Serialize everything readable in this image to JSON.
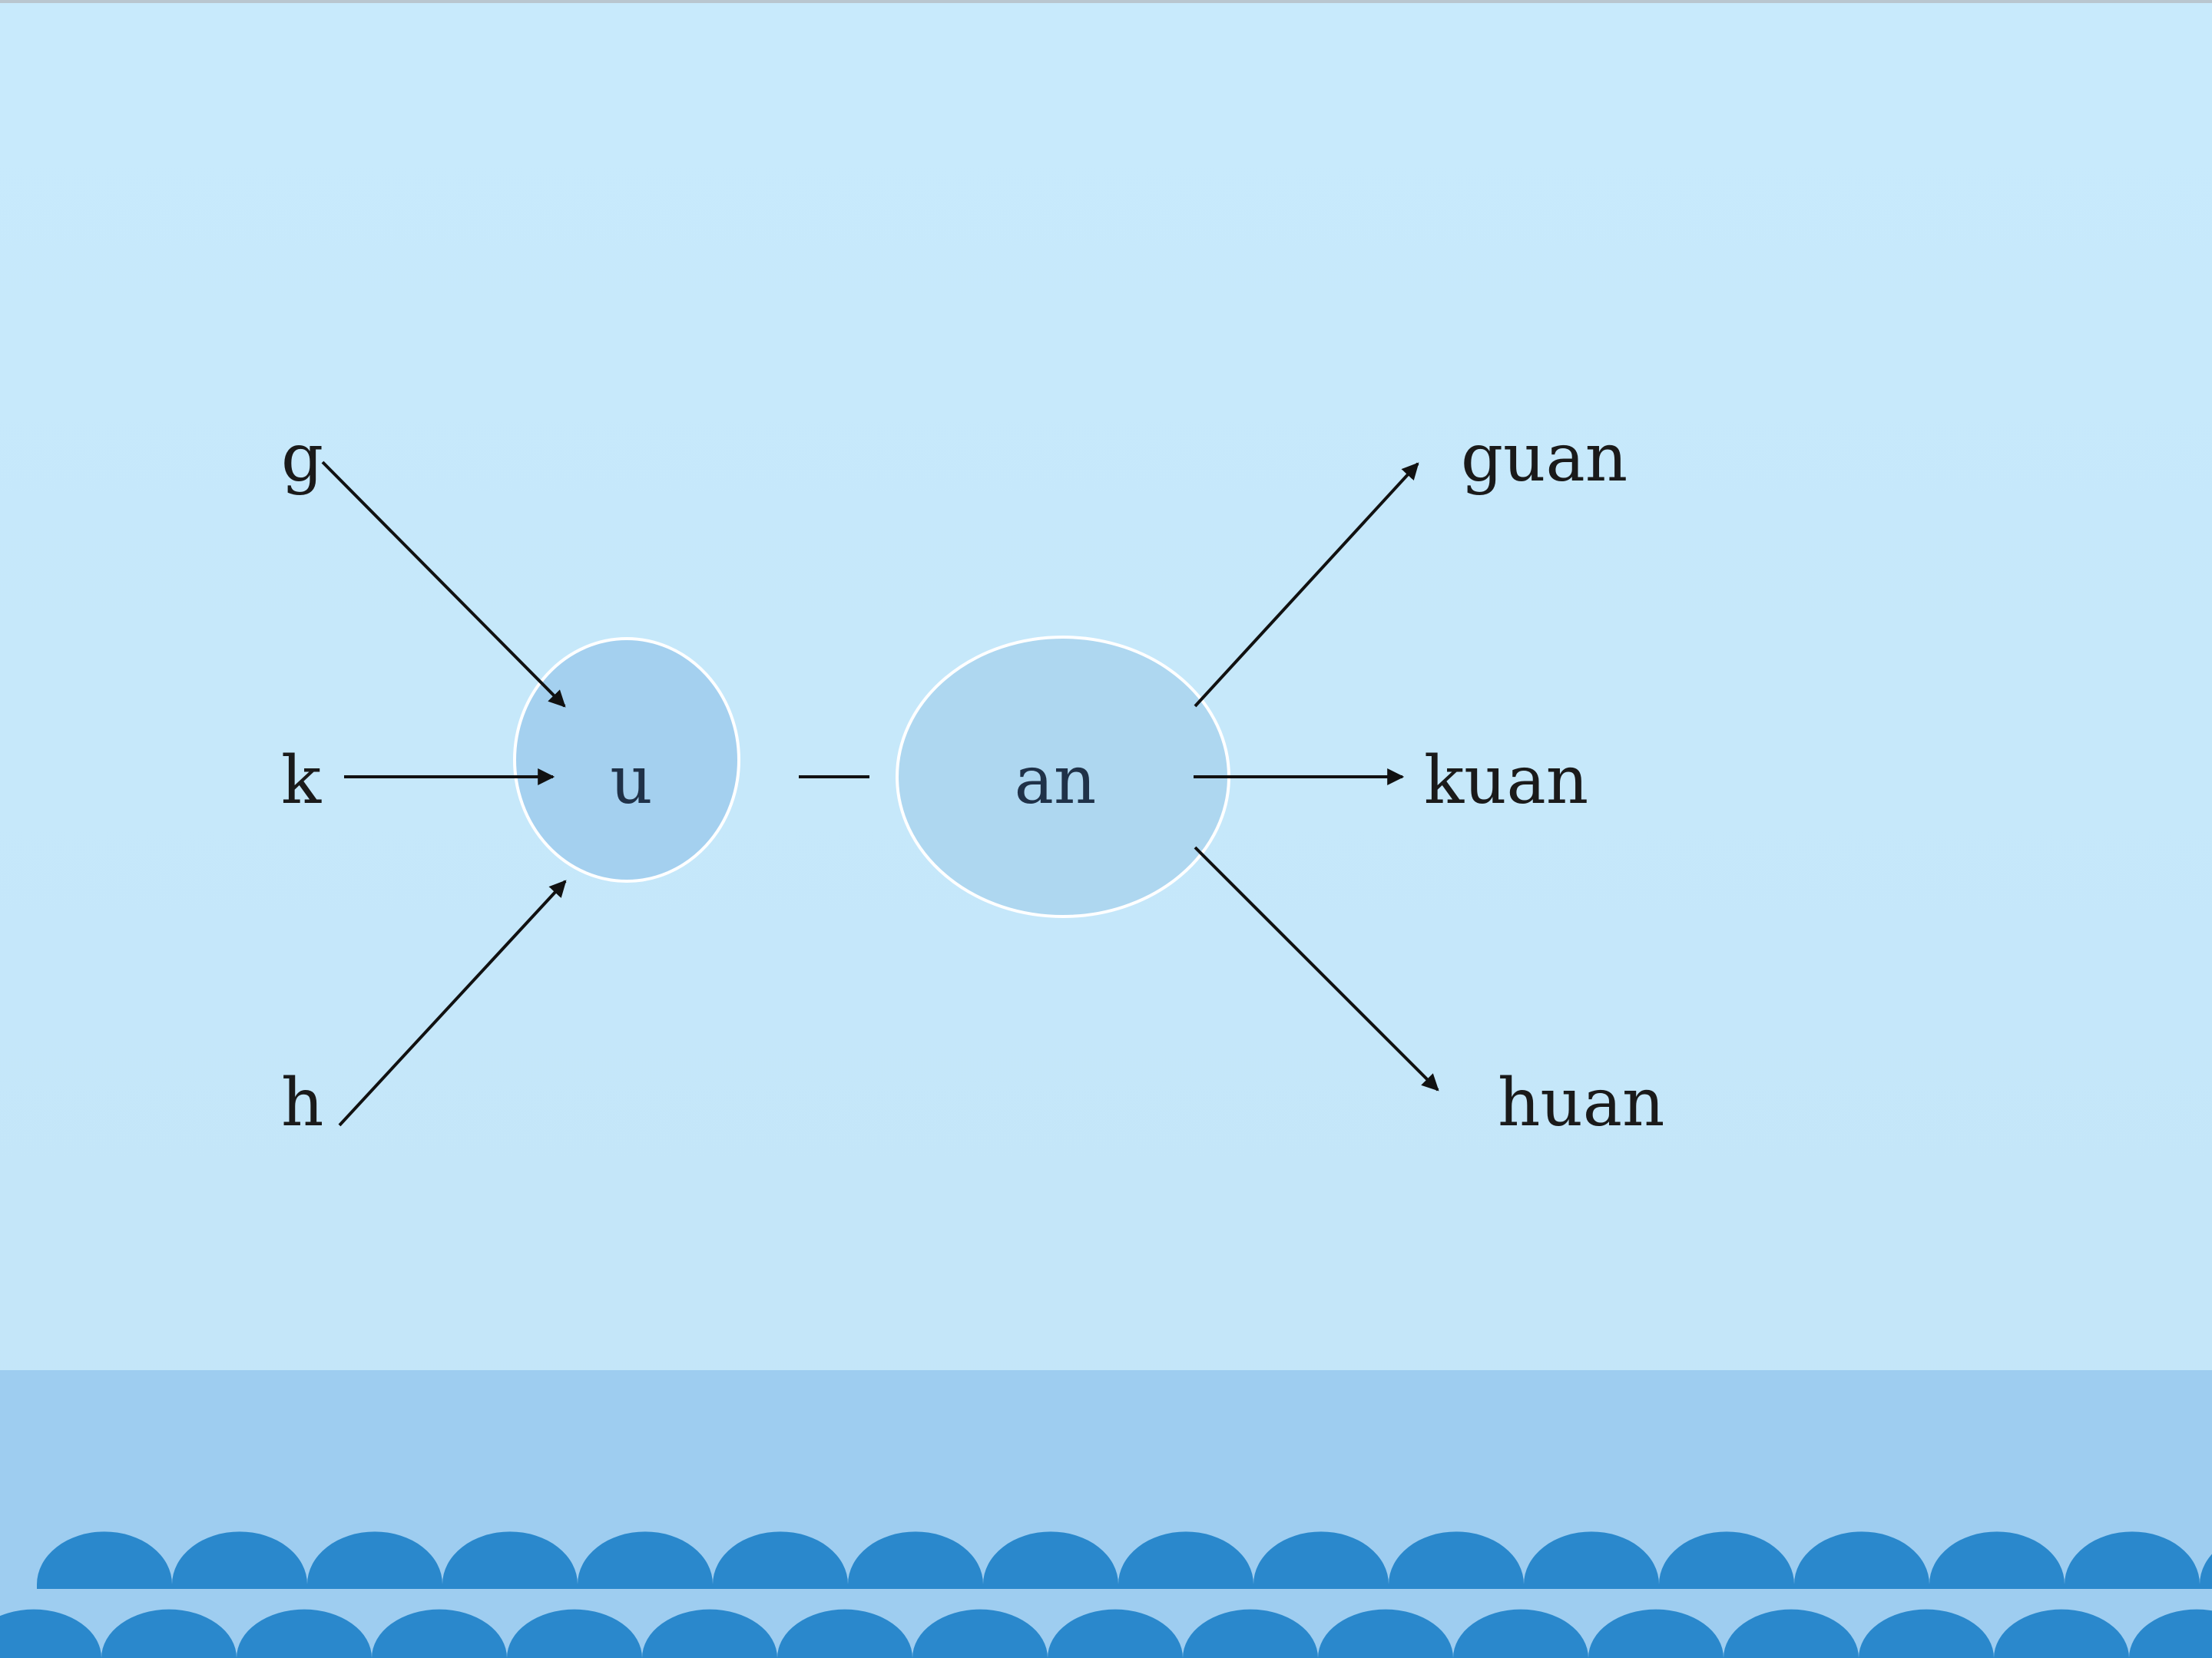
{
  "colors": {
    "background_top": "#c8eafc",
    "background_bottom": "#c3e5f8",
    "ground_band": "#9ecdf0",
    "scallop": "#2a88cc",
    "ellipse_u_fill": "#a4d0ef",
    "ellipse_an_fill": "#aed7f0",
    "ellipse_stroke": "#ffffff",
    "arrow": "#111111",
    "text": "#1a1a1a"
  },
  "diagram": {
    "initials": [
      "g",
      "k",
      "h"
    ],
    "medial": "u",
    "connector": "—",
    "final": "an",
    "results": [
      "guan",
      "kuan",
      "huan"
    ]
  }
}
